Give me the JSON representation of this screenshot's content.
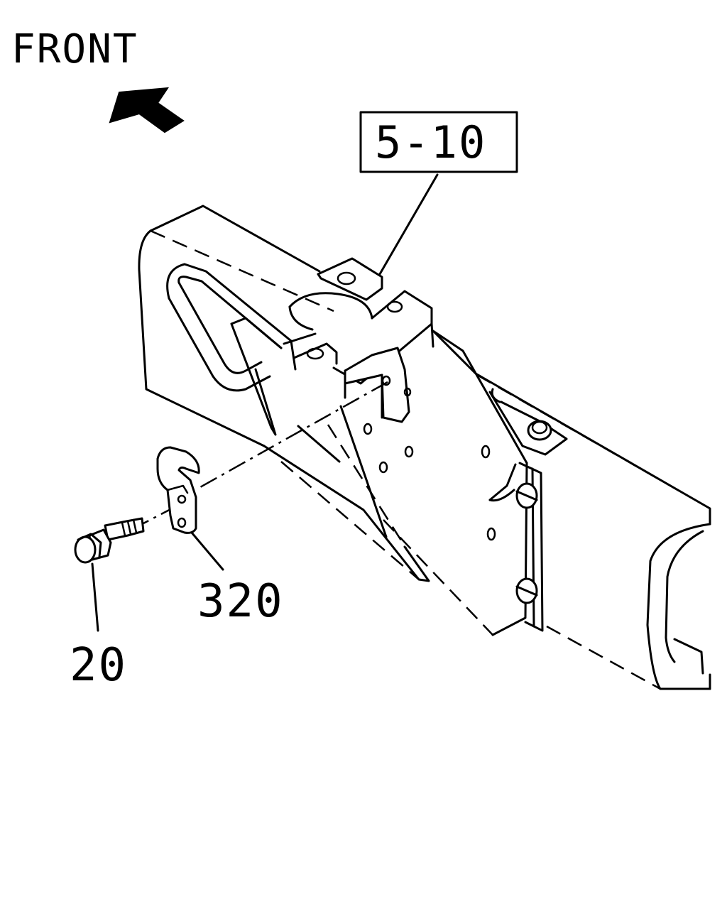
{
  "front_label": "FRONT",
  "reference_box": "5-10",
  "part_labels": {
    "bolt": "20",
    "hook_bracket": "320"
  },
  "icons": {
    "direction_arrow": "front-direction-arrow-icon"
  },
  "colors": {
    "line": "#000000",
    "background": "#ffffff"
  }
}
